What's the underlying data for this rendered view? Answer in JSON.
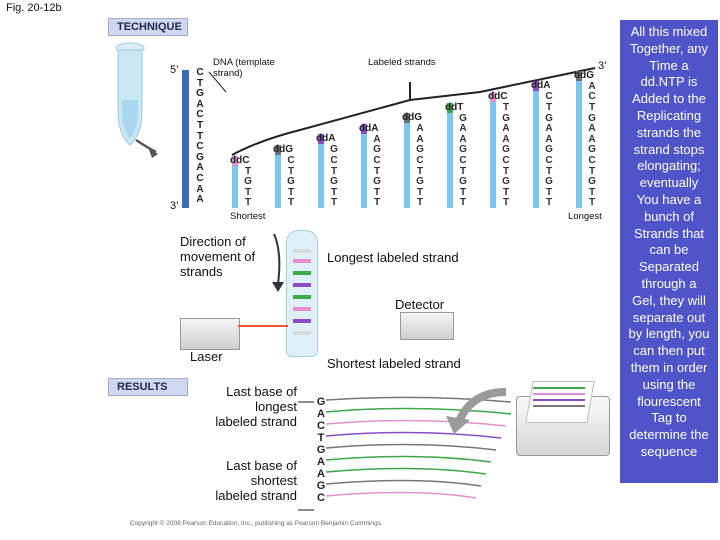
{
  "figure_label": "Fig. 20-12b",
  "technique_label": "TECHNIQUE",
  "results_label": "RESULTS",
  "template_label": "DNA (template strand)",
  "labeled_strands_label": "Labeled strands",
  "five_prime": "5’",
  "three_prime": "3’",
  "shortest_label": "Shortest",
  "longest_label": "Longest",
  "template_sequence": [
    "C",
    "T",
    "G",
    "A",
    "C",
    "T",
    "T",
    "C",
    "G",
    "A",
    "C",
    "A",
    "A"
  ],
  "strands": [
    {
      "top": "ddC",
      "seq": [
        "T",
        "G",
        "T",
        "T"
      ]
    },
    {
      "top": "ddG",
      "seq": [
        "C",
        "T",
        "G",
        "T",
        "T"
      ]
    },
    {
      "top": "ddA",
      "seq": [
        "G",
        "C",
        "T",
        "G",
        "T",
        "T"
      ]
    },
    {
      "top": "ddA",
      "seq": [
        "A",
        "G",
        "C",
        "T",
        "G",
        "T",
        "T"
      ]
    },
    {
      "top": "ddG",
      "seq": [
        "A",
        "A",
        "G",
        "C",
        "T",
        "G",
        "T",
        "T"
      ]
    },
    {
      "top": "ddT",
      "seq": [
        "G",
        "A",
        "A",
        "G",
        "C",
        "T",
        "G",
        "T",
        "T"
      ]
    },
    {
      "top": "ddC",
      "seq": [
        "T",
        "G",
        "A",
        "A",
        "G",
        "C",
        "T",
        "G",
        "T",
        "T"
      ]
    },
    {
      "top": "ddA",
      "seq": [
        "C",
        "T",
        "G",
        "A",
        "A",
        "G",
        "C",
        "T",
        "G",
        "T",
        "T"
      ]
    },
    {
      "top": "ddG",
      "seq": [
        "A",
        "C",
        "T",
        "G",
        "A",
        "A",
        "G",
        "C",
        "T",
        "G",
        "T",
        "T"
      ]
    }
  ],
  "direction_label": "Direction of movement of strands",
  "longest_strand_label": "Longest labeled strand",
  "detector_label": "Detector",
  "laser_label": "Laser",
  "shortest_strand_label": "Shortest labeled strand",
  "last_base_longest": "Last base of longest labeled strand",
  "last_base_shortest": "Last base of shortest labeled strand",
  "result_sequence": [
    "G",
    "A",
    "C",
    "T",
    "G",
    "A",
    "A",
    "G",
    "C"
  ],
  "note_lines": [
    "All this mixed",
    "Together, any",
    "Time a",
    "dd.NTP is",
    "Added to the",
    "Replicating",
    "strands the",
    "strand stops",
    "elongating;",
    "eventually",
    "You have a",
    "bunch of",
    "Strands that",
    "can be",
    "Separated",
    "through a",
    "Gel, they will",
    "separate out",
    "by length, you",
    "can then put",
    "them in order",
    "using the",
    "flourescent",
    "Tag to",
    "determine the",
    "sequence"
  ],
  "copyright": "Copyright © 2008 Pearson Education, Inc., publishing as Pearson Benjamin Cummings.",
  "colors": {
    "note_bg": "#4f54c9",
    "ddA": "#8a4dc4",
    "ddC": "#e58fd0",
    "ddG": "#6b7072",
    "ddT": "#3fa84a",
    "strand": "#7dc6ee",
    "template": "#3a6fb8"
  }
}
